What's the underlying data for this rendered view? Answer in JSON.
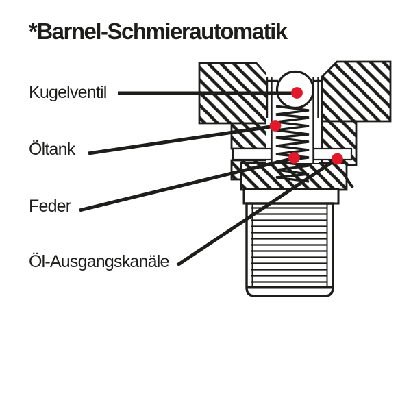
{
  "title": {
    "text": "*Barnel-Schmierautomatik"
  },
  "labels": [
    {
      "text": "Kugelventil"
    },
    {
      "text": "Öltank"
    },
    {
      "text": "Feder"
    },
    {
      "text": "Öl-Ausgangskanäle"
    }
  ],
  "colors": {
    "marker_red": "#e2182b",
    "ink": "#1d1d1b",
    "background": "#ffffff"
  }
}
